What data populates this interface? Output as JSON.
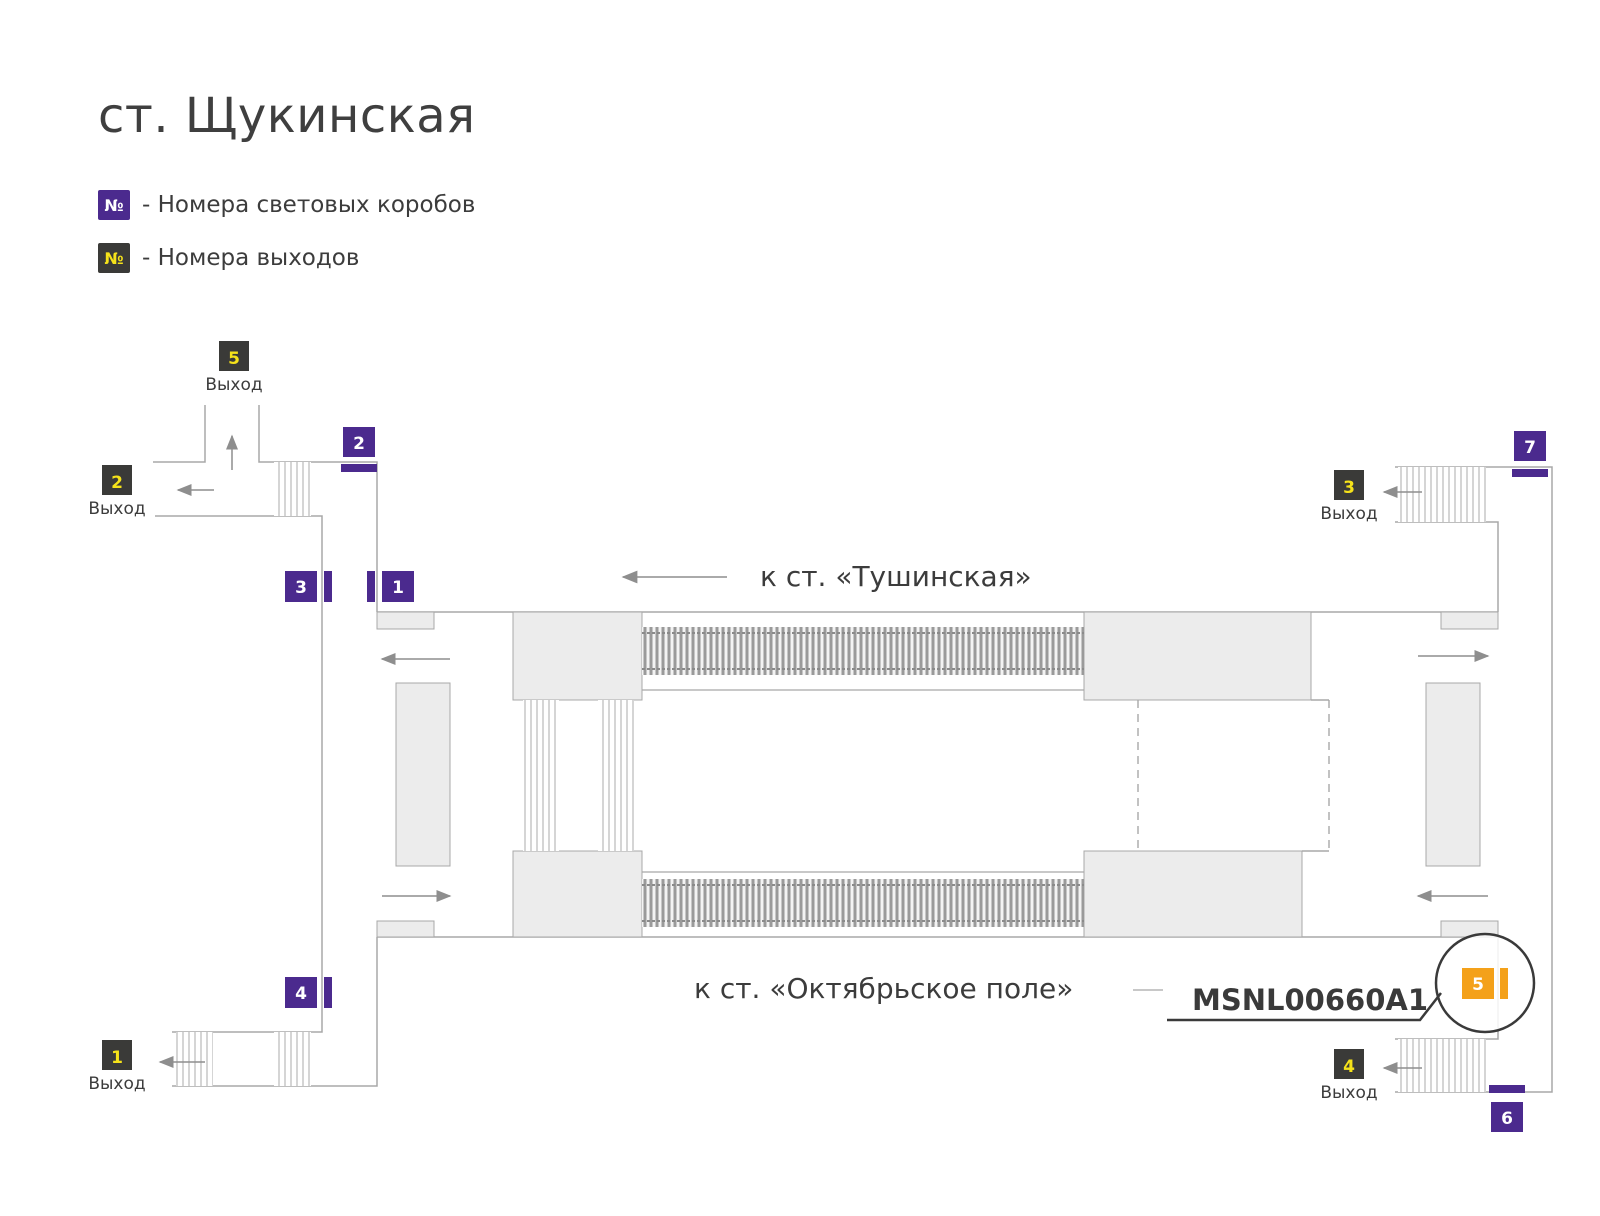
{
  "title": "ст. Щукинская",
  "legend": [
    {
      "badge": "№",
      "text": "- Номера световых коробов",
      "color": "#4b2a8e"
    },
    {
      "badge": "№",
      "text": "- Номера выходов",
      "color": "#3a3a38"
    }
  ],
  "directions": {
    "top": "к ст. «Тушинская»",
    "bottom": "к ст. «Октябрьское  поле»"
  },
  "exit_label": "Выход",
  "exits": [
    "5",
    "2",
    "3",
    "1",
    "4"
  ],
  "lightboxes": [
    "2",
    "3",
    "1",
    "7",
    "4",
    "6"
  ],
  "highlight": {
    "number": "5",
    "code": "MSNL00660A1",
    "color": "#f4a11a"
  },
  "colors": {
    "purple": "#4b2a8e",
    "dark": "#3a3a38",
    "exit_number": "#f5e21a",
    "block": "#ececec",
    "line": "#a8a8a8"
  }
}
